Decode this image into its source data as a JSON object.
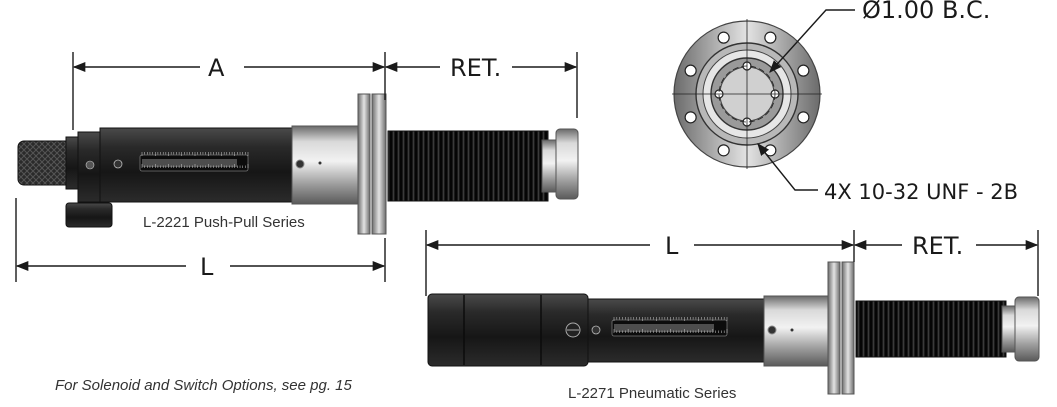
{
  "figure": {
    "top_product": {
      "caption": "L-2221 Push-Pull Series",
      "dim_a": "A",
      "dim_ret": "RET.",
      "dim_l": "L"
    },
    "bottom_product": {
      "caption": "L-2271 Pneumatic Series",
      "dim_l": "L",
      "dim_ret": "RET."
    },
    "flange_view": {
      "bolt_circle": "Ø1.00 B.C.",
      "thread_callout": "4X 10-32 UNF - 2B"
    },
    "note": "For Solenoid and Switch Options, see pg. 15"
  },
  "colors": {
    "body_black": "#1e1e1e",
    "steel": "#b9b9b9",
    "steel_dark": "#6d6d6d",
    "bellows": "#151515",
    "line": "#1a1a1a",
    "caption": "#333333"
  }
}
